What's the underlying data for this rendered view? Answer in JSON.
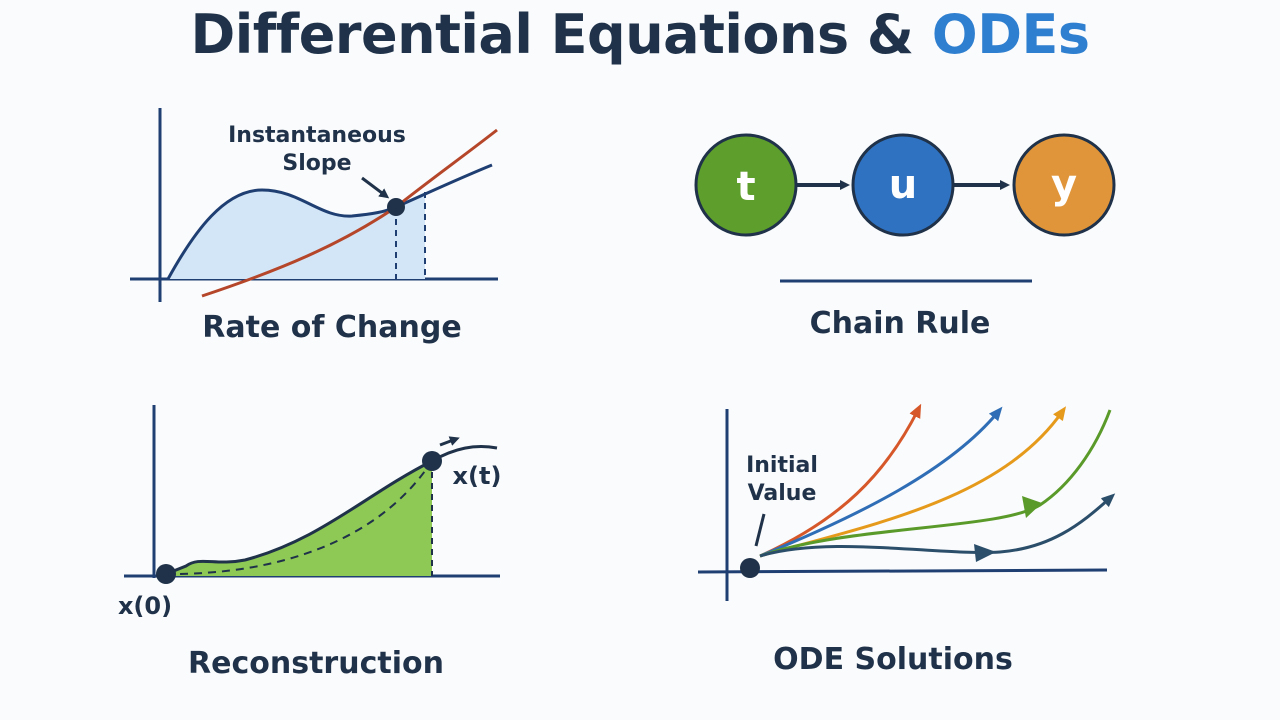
{
  "title": {
    "main": "Differential Equations &",
    "accent": "ODEs"
  },
  "panels": {
    "rate_of_change": {
      "caption": "Rate of Change",
      "annotation_line1": "Instantaneous",
      "annotation_line2": "Slope"
    },
    "chain_rule": {
      "caption": "Chain Rule",
      "nodes": [
        {
          "label": "t",
          "color": "#5e9e2c"
        },
        {
          "label": "u",
          "color": "#2f72c2"
        },
        {
          "label": "y",
          "color": "#e0953a"
        }
      ]
    },
    "reconstruction": {
      "caption": "Reconstruction",
      "start_label": "x(0)",
      "end_label": "x(t)"
    },
    "ode_solutions": {
      "caption": "ODE Solutions",
      "annotation_line1": "Initial",
      "annotation_line2": "Value",
      "curve_colors": [
        "#d6582a",
        "#2f6eb6",
        "#e69a1c",
        "#5a9a2a",
        "#2b4e6b"
      ]
    }
  },
  "colors": {
    "ink": "#1f3249",
    "accent_blue": "#2f7fd0",
    "fill_blue": "#d3e6f7",
    "curve_blue": "#1f3f73",
    "tangent_red": "#b5462a",
    "fill_green": "#8ec955"
  }
}
